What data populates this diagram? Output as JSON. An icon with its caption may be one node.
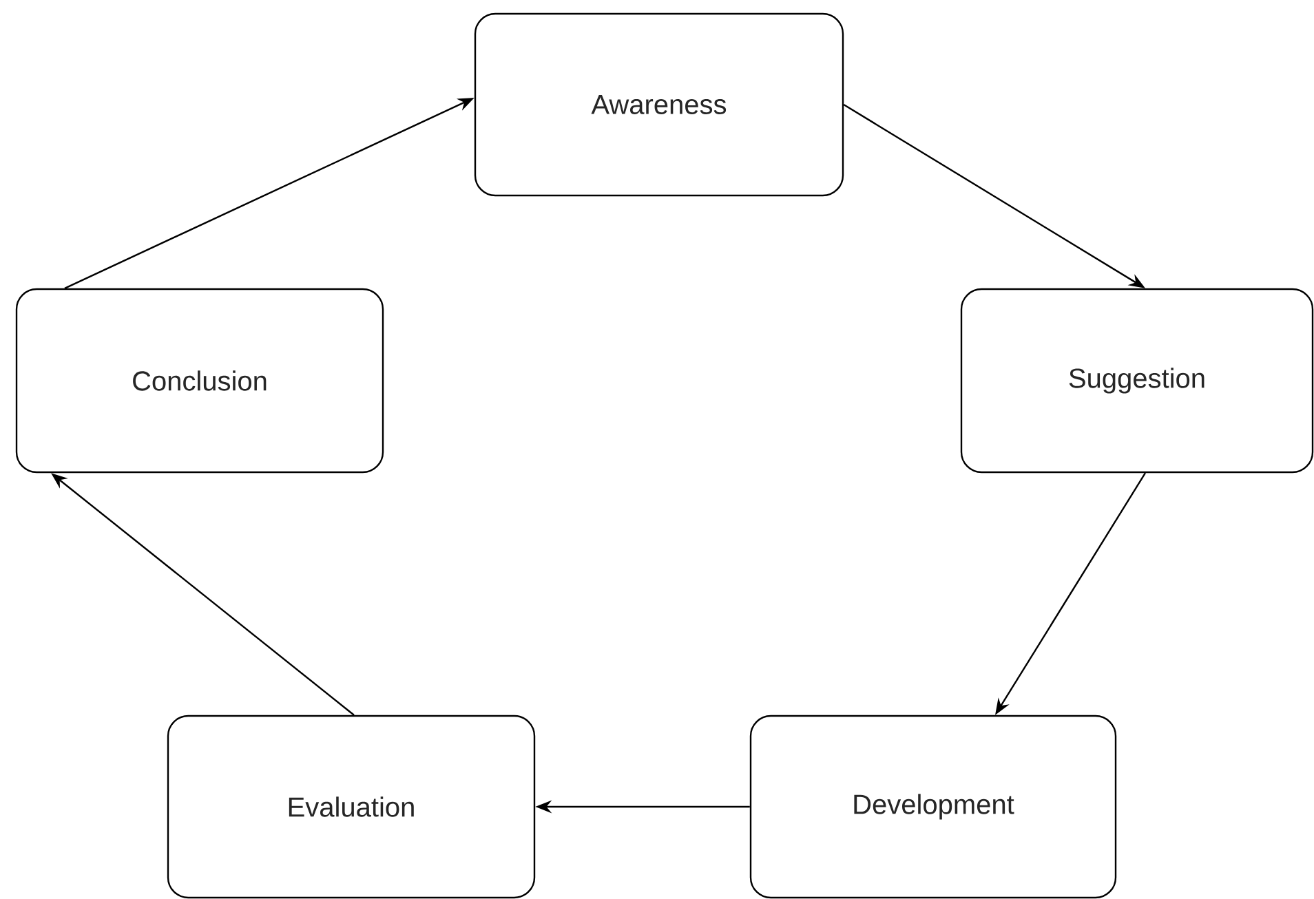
{
  "diagram": {
    "nodes": [
      {
        "text": [
          "Awareness"
        ]
      },
      {
        "text": [
          "Suggestion"
        ]
      },
      {
        "text": [
          "Development"
        ]
      },
      {
        "text": [
          "Evaluation"
        ]
      },
      {
        "text": [
          "Conclusion"
        ]
      }
    ],
    "edges": [
      {
        "from": 0,
        "to": 1,
        "arrow": "to"
      },
      {
        "from": 1,
        "to": 2,
        "arrow": "to"
      },
      {
        "from": 2,
        "to": 3,
        "arrow": "to"
      },
      {
        "from": 3,
        "to": 4,
        "arrow": "to"
      },
      {
        "from": 4,
        "to": 0,
        "arrow": "to"
      }
    ]
  }
}
